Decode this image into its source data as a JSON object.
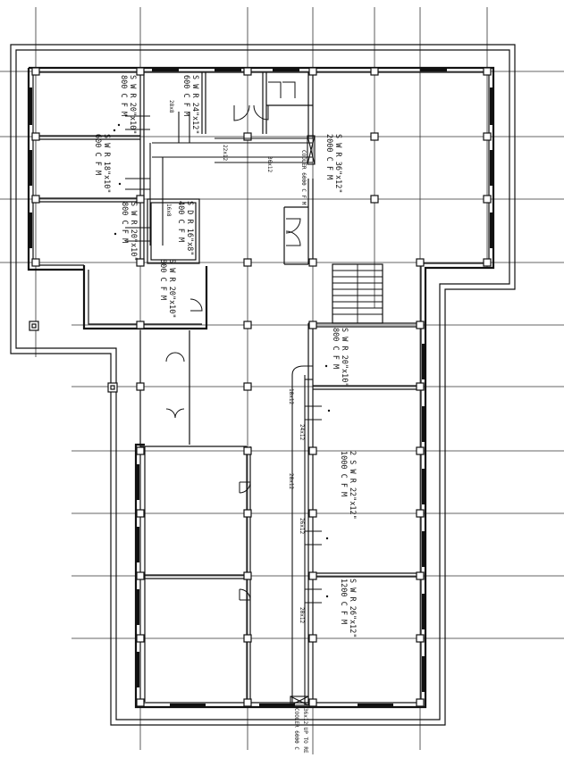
{
  "room_labels": {
    "swr_20x10_a": "S W R 20\"x10\"",
    "cfm_800_a": "800 C F M",
    "swr_24x12": "S W R 24\"x12\"",
    "cfm_600_a": "600 C F M",
    "swr_36x12": "S W R 36\"x12\"",
    "cfm_2000": "2000 C F M",
    "swr_18x10": "S W R 18\"x10\"",
    "cfm_600_b": "600 C F M",
    "swr_20x10_b": "S W R 20\"x10\"",
    "cfm_800_b": "800 C F M",
    "sdr_16x8": "S D R 16\"x8\"",
    "cfm_400": "400 C F M",
    "swr_20x10_c": "S W R 20\"x10\"",
    "cfm_800_c": "800 C F M",
    "swr_20x10_d": "S W R 20\"x10\"",
    "cfm_800_d": "800 C F M",
    "swr_22x12_2": "2 S W R 22\"x12\"",
    "cfm_1000": "1000 C F M",
    "swr_26x12": "S W R 26\"x12\"",
    "cfm_1200": "1200 C F M"
  },
  "duct_labels": {
    "d_28x8": "28x8",
    "d_22x12": "22x12",
    "d_36x12": "36x12",
    "d_16x8": "16x8",
    "d_18x12": "18x12",
    "d_24x12": "24x12",
    "d_28x12": "28x12",
    "d_26x12": "26x12",
    "d_20x12": "20x12"
  },
  "equipment_labels": {
    "cooler_top": "COOLER 6000 C F M",
    "cooler_bottom": "COOLER 6000 C",
    "note_bottom": "36x12 UP TO RE"
  }
}
